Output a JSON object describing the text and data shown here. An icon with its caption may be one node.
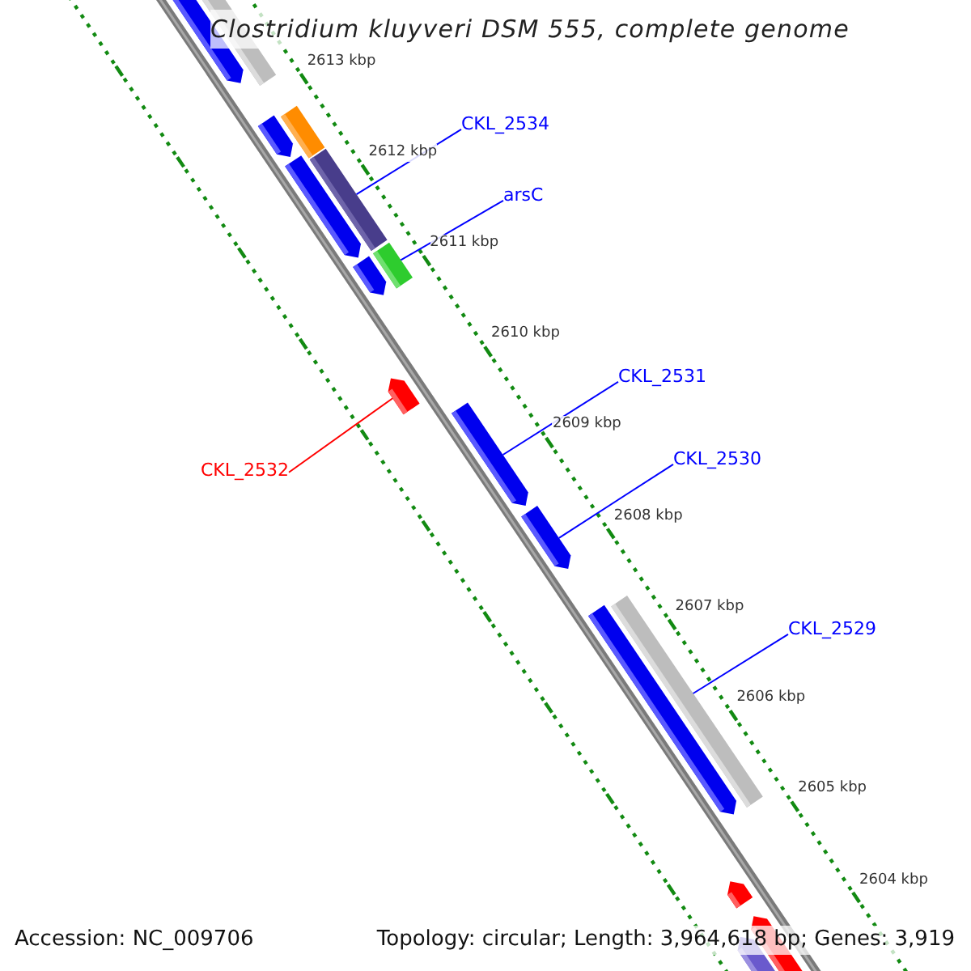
{
  "diagram": {
    "title": "Clostridium kluyveri DSM 555, complete genome",
    "nodes": [
      {
        "text": [
          "CKL_2534"
        ]
      },
      {
        "text": [],
        "shape": "bar"
      },
      {
        "text": [
          "arsC"
        ]
      },
      {
        "text": [],
        "shape": "bar"
      },
      {
        "text": [
          "CKL_2531"
        ]
      },
      {
        "text": [],
        "shape": "bar"
      },
      {
        "text": [
          "CKL_2530"
        ]
      },
      {
        "text": [],
        "shape": "bar"
      },
      {
        "text": [
          "CKL_2529"
        ]
      },
      {
        "text": [],
        "shape": "bar"
      },
      {
        "text": [
          "CKL_2532"
        ]
      },
      {
        "text": [],
        "shape": "bar"
      }
    ],
    "edges": [
      {
        "from": 0,
        "to": 1,
        "arrow": "none"
      },
      {
        "from": 2,
        "to": 3,
        "arrow": "none"
      },
      {
        "from": 4,
        "to": 5,
        "arrow": "none"
      },
      {
        "from": 6,
        "to": 7,
        "arrow": "none"
      },
      {
        "from": 8,
        "to": 9,
        "arrow": "none"
      },
      {
        "from": 10,
        "to": 11,
        "arrow": "none",
        "color": "#ff0000"
      }
    ],
    "labels": [
      "2613 kbp",
      "2612 kbp",
      "2611 kbp",
      "2610 kbp",
      "2609 kbp",
      "2608 kbp",
      "2607 kbp",
      "2606 kbp",
      "2605 kbp",
      "2604 kbp",
      "Accession: NC_009706",
      "Topology: circular; Length: 3,964,618 bp; Genes: 3,919"
    ]
  }
}
